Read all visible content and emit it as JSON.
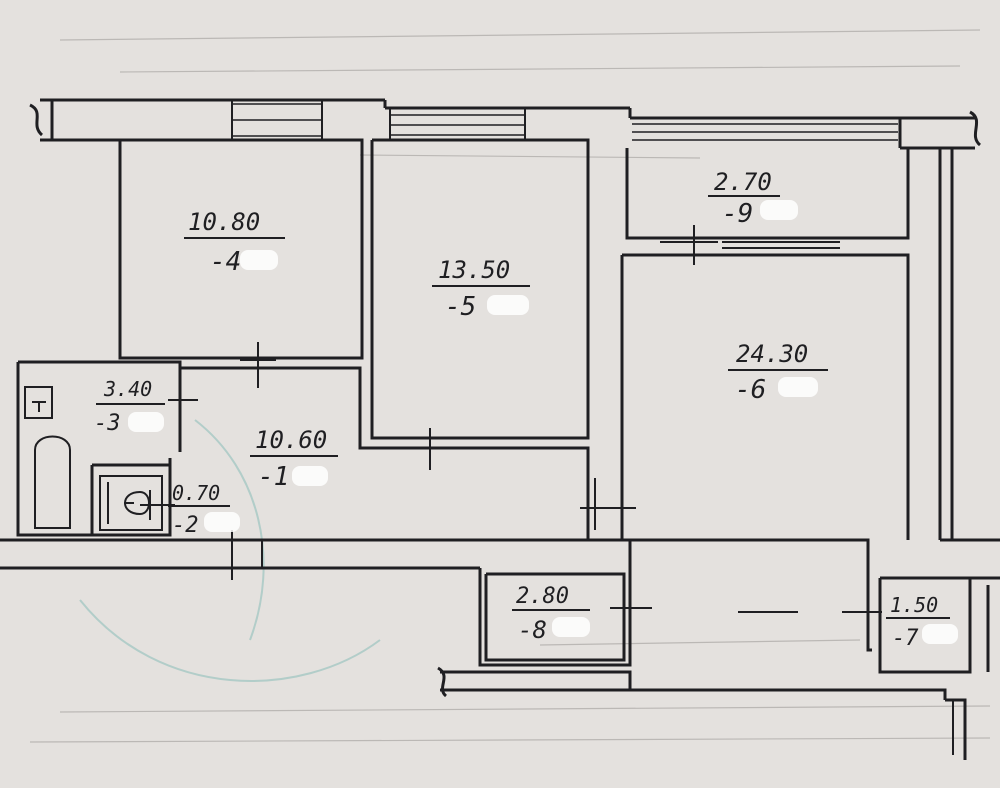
{
  "rooms": [
    {
      "number": "-4",
      "area": "10.80"
    },
    {
      "number": "-5",
      "area": "13.50"
    },
    {
      "number": "-9",
      "area": "2.70"
    },
    {
      "number": "-6",
      "area": "24.30"
    },
    {
      "number": "-3",
      "area": "3.40"
    },
    {
      "number": "-1",
      "area": "10.60"
    },
    {
      "number": "-2",
      "area": "0.70"
    },
    {
      "number": "-8",
      "area": "2.80"
    },
    {
      "number": "-7",
      "area": "1.50"
    }
  ],
  "colors": {
    "paper": "#e4e1de",
    "ink": "#1f1f22",
    "stamp": "#7fb9b3"
  }
}
